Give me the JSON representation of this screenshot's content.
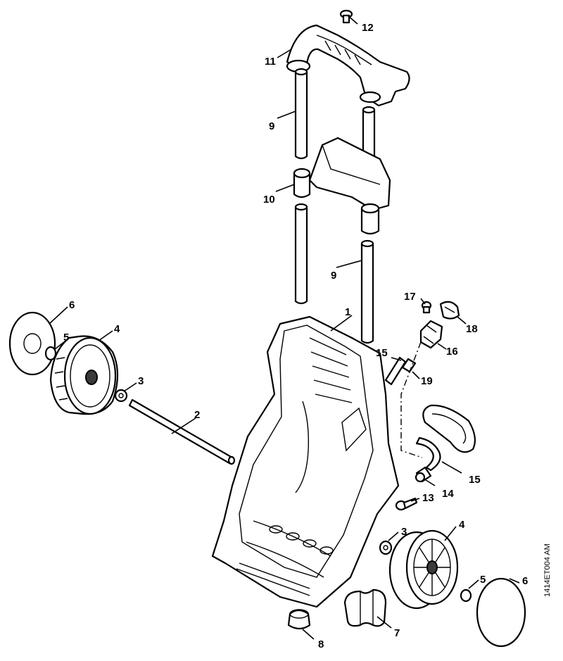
{
  "callouts": {
    "c1": "1",
    "c2": "2",
    "c3a": "3",
    "c3b": "3",
    "c4a": "4",
    "c4b": "4",
    "c5a": "5",
    "c5b": "5",
    "c6a": "6",
    "c6b": "6",
    "c7": "7",
    "c8": "8",
    "c9a": "9",
    "c9b": "9",
    "c10": "10",
    "c11": "11",
    "c12": "12",
    "c13": "13",
    "c14": "14",
    "c15a": "15",
    "c15b": "15",
    "c16": "16",
    "c17": "17",
    "c18": "18",
    "c19": "19"
  },
  "drawing_code": "1414ET004 AM"
}
